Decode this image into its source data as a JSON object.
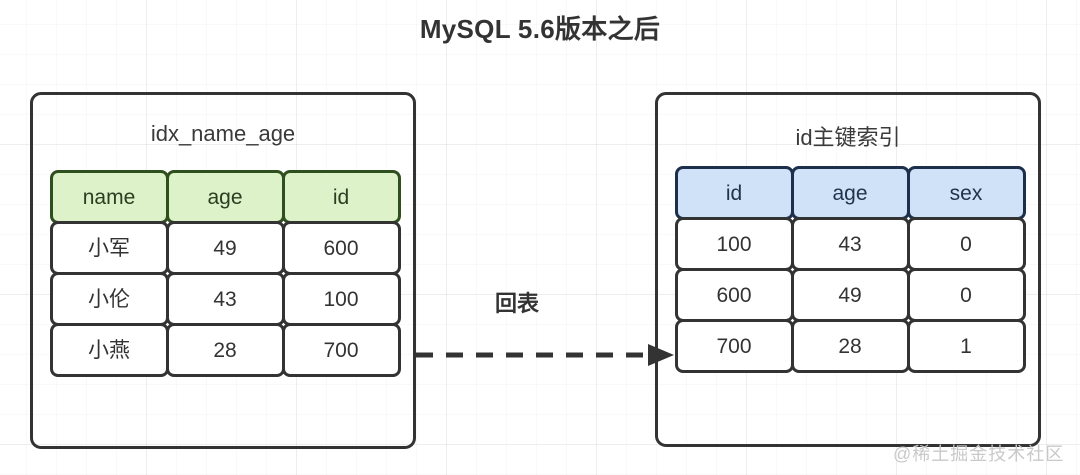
{
  "title": "MySQL 5.6版本之后",
  "secondary_index": {
    "name": "idx_name_age",
    "headers": [
      "name",
      "age",
      "id"
    ],
    "rows": [
      [
        "小军",
        "49",
        "600"
      ],
      [
        "小伦",
        "43",
        "100"
      ],
      [
        "小燕",
        "28",
        "700"
      ]
    ],
    "header_color": "#ddf2c9"
  },
  "primary_index": {
    "name": "id主键索引",
    "headers": [
      "id",
      "age",
      "sex"
    ],
    "rows": [
      [
        "100",
        "43",
        "0"
      ],
      [
        "600",
        "49",
        "0"
      ],
      [
        "700",
        "28",
        "1"
      ]
    ],
    "header_color": "#cfe2f7"
  },
  "arrow": {
    "label": "回表",
    "style": "dashed",
    "color": "#333333"
  },
  "watermark": "@稀土掘金技术社区"
}
